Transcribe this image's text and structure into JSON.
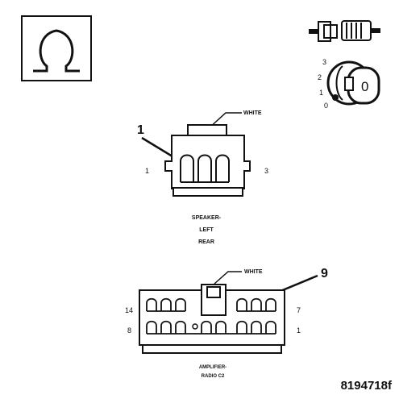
{
  "symbols": {
    "ohm_icon": "ohm-symbol-icon",
    "test_light_icon": "test-light-icon",
    "ignition_key_icon": "ignition-key-icon"
  },
  "ignition": {
    "positions": [
      "3",
      "2",
      "1",
      "0"
    ],
    "key_label": "0"
  },
  "speaker_connector": {
    "wire_label": "WHITE",
    "callout": "1",
    "pin_left": "1",
    "pin_right": "3",
    "caption_lines": [
      "SPEAKER-",
      "LEFT",
      "REAR"
    ]
  },
  "amplifier_connector": {
    "wire_label": "WHITE",
    "callout": "9",
    "pin_top_left": "14",
    "pin_top_right": "7",
    "pin_bottom_left": "8",
    "pin_bottom_right": "1",
    "caption_lines": [
      "AMPLIFIER-",
      "RADIO C2"
    ]
  },
  "figure_id": "8194718f"
}
